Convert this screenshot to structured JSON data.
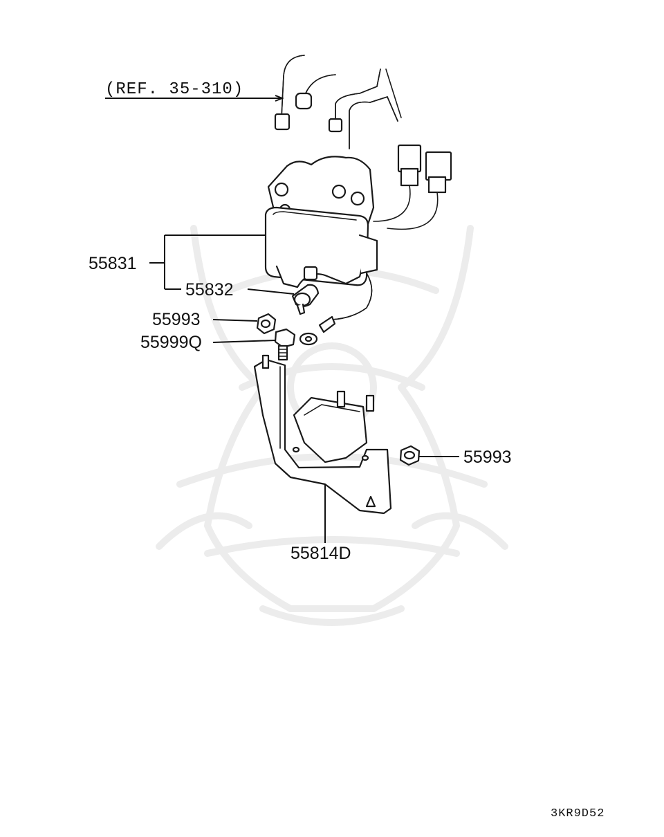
{
  "diagram": {
    "reference_label": "(REF. 35-310)",
    "drawing_code": "3KR9D52",
    "callouts": [
      {
        "id": "hydraulic-unit",
        "text": "55831"
      },
      {
        "id": "sensor",
        "text": "55832"
      },
      {
        "id": "nut-upper",
        "text": "55993"
      },
      {
        "id": "bolt",
        "text": "55999Q"
      },
      {
        "id": "nut-right",
        "text": "55993"
      },
      {
        "id": "bracket",
        "text": "55814D"
      }
    ]
  }
}
